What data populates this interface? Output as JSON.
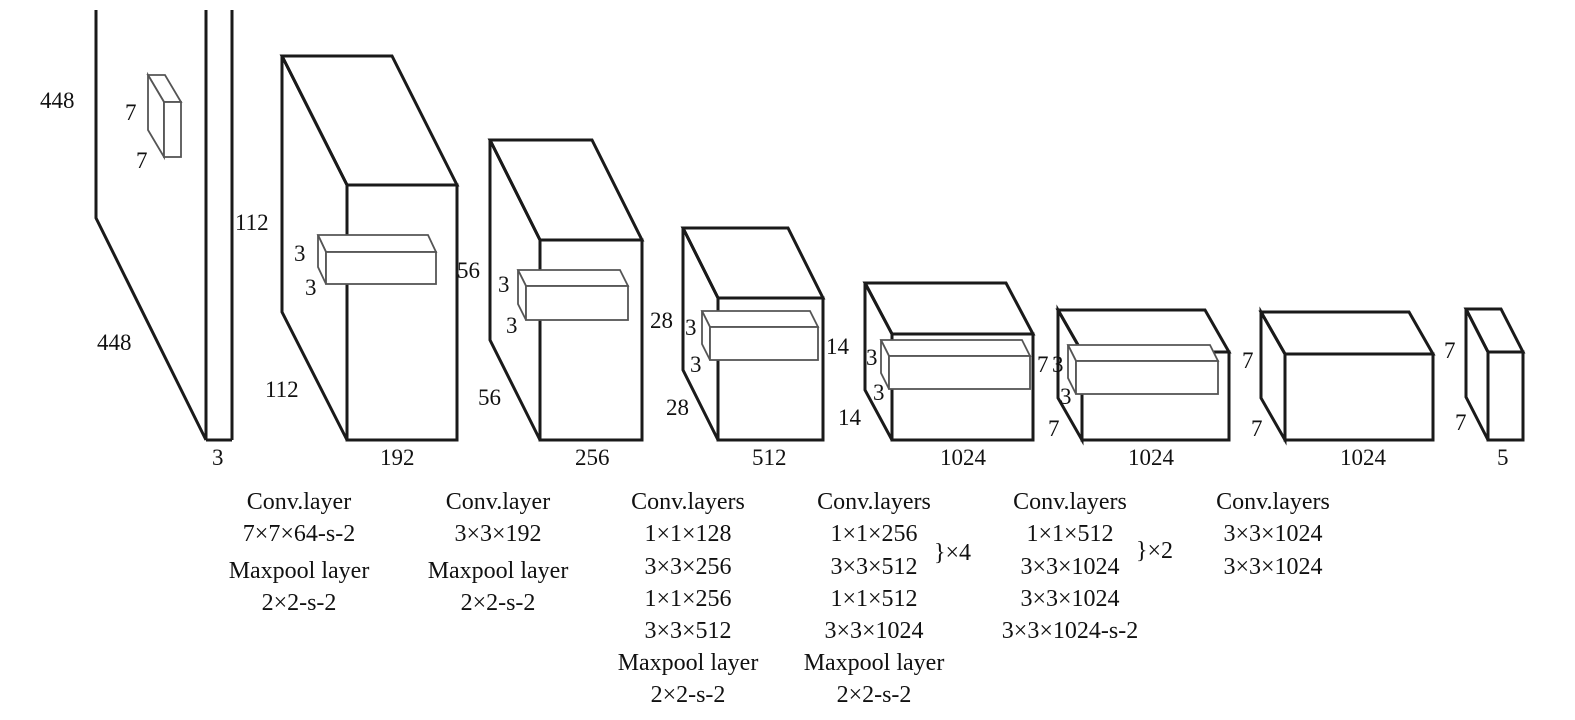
{
  "colors": {
    "stroke": "#1a1a1a",
    "kernel_stroke": "#555555",
    "text": "#111111",
    "background": "#ffffff"
  },
  "diagram": {
    "input": {
      "height": "448",
      "width": "448",
      "depth": "3",
      "kernel_h": "7",
      "kernel_w": "7"
    },
    "block1": {
      "height": "112",
      "width": "112",
      "depth": "192",
      "kernel_h": "3",
      "kernel_w": "3"
    },
    "block2": {
      "height": "56",
      "width": "56",
      "depth": "256",
      "kernel_h": "3",
      "kernel_w": "3"
    },
    "block3": {
      "height": "28",
      "width": "28",
      "depth": "512",
      "kernel_h": "3",
      "kernel_w": "3"
    },
    "block4": {
      "height": "14",
      "width": "14",
      "depth": "1024",
      "kernel_h": "3",
      "kernel_w": "3"
    },
    "block5": {
      "height": "7",
      "width": "7",
      "depth": "1024",
      "kernel_h": "3",
      "kernel_w": "3"
    },
    "block6": {
      "height": "7",
      "width": "7",
      "depth": "1024"
    },
    "output": {
      "height": "7",
      "width": "7",
      "depth": "5"
    }
  },
  "captions": {
    "c1": [
      "Conv.layer",
      "7×7×64-s-2",
      "Maxpool layer",
      "2×2-s-2"
    ],
    "c2": [
      "Conv.layer",
      "3×3×192",
      "Maxpool layer",
      "2×2-s-2"
    ],
    "c3": [
      "Conv.layers",
      "1×1×128",
      "3×3×256",
      "1×1×256",
      "3×3×512",
      "Maxpool layer",
      "2×2-s-2"
    ],
    "c4": [
      "Conv.layers",
      "1×1×256",
      "3×3×512",
      "1×1×512",
      "3×3×1024",
      "Maxpool layer",
      "2×2-s-2"
    ],
    "c4_repeat": "}×4",
    "c5": [
      "Conv.layers",
      "1×1×512",
      "3×3×1024",
      "3×3×1024",
      "3×3×1024-s-2"
    ],
    "c5_repeat": "}×2",
    "c6": [
      "Conv.layers",
      "3×3×1024",
      "3×3×1024"
    ]
  }
}
